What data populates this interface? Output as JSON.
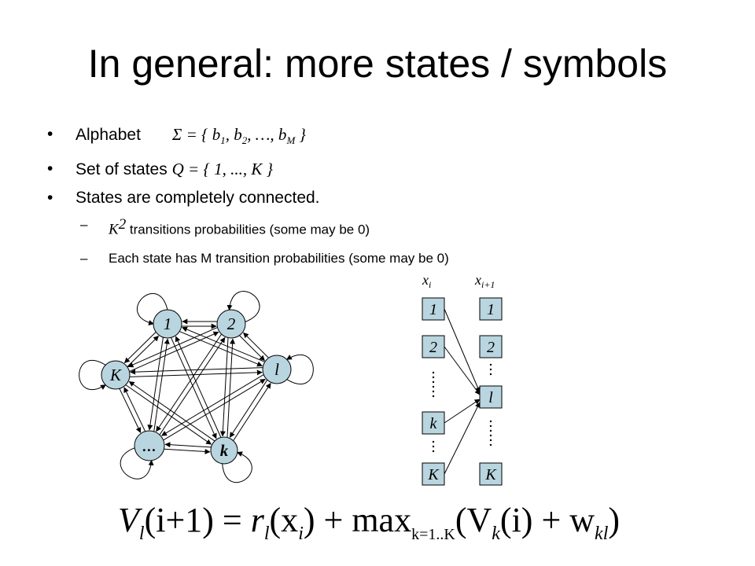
{
  "slide": {
    "title": "In general: more states / symbols",
    "bullets": [
      {
        "text": "Alphabet",
        "math": "Σ = { b",
        "m1": "1",
        "m2": ", b",
        "m3": "2",
        "m4": ", …, b",
        "m5": "M",
        "m6": " }"
      },
      {
        "text": "Set of states ",
        "math": "Q = { 1, ..., K }"
      },
      {
        "text": "States are completely connected."
      }
    ],
    "subbullets": [
      {
        "dash": "–",
        "math": "K",
        "sup": "2",
        "text": " transitions probabilities (some may be 0)"
      },
      {
        "dash": "–",
        "text": "Each state has M transition probabilities (some may be 0)"
      }
    ]
  },
  "graph": {
    "nodes": [
      "1",
      "2",
      "l",
      "k",
      "…",
      "K"
    ]
  },
  "trellis": {
    "col1_header": "x",
    "col1_sub": "i",
    "col2_header": "x",
    "col2_sub": "i+1",
    "col1": [
      "1",
      "2",
      "k",
      "K"
    ],
    "col2": [
      "1",
      "2",
      "l",
      "K"
    ]
  },
  "formula": {
    "lhs": "V",
    "lhs_sub": "l",
    "lhs_arg": "(i+1) = ",
    "r": "r",
    "r_sub": "l",
    "r_arg": "(x",
    "r_arg_sub": "i",
    "r_arg_end": ") + max",
    "max_sub": "k=1..K",
    "v": "(V",
    "v_sub": "k",
    "v_arg": "(i) + w",
    "w_sub": "kl",
    "end": ")"
  }
}
